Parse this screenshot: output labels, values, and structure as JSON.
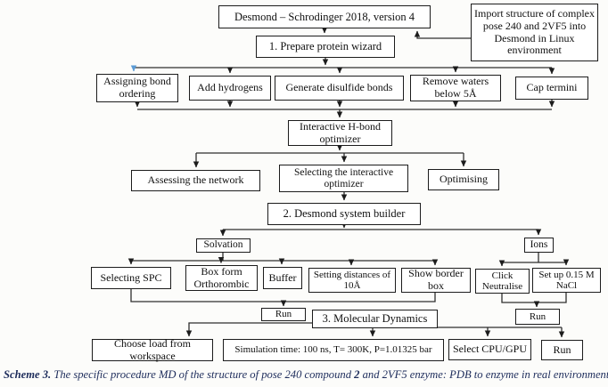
{
  "diagram": {
    "nodes": {
      "title": "Desmond – Schrodinger 2018, version 4",
      "import_note": "Import structure of complex pose 240 and 2VF5 into Desmond in Linux environment",
      "prepare_wizard": "1. Prepare protein wizard",
      "assign_bond": "Assigning bond ordering",
      "add_hydrogens": "Add hydrogens",
      "disulfide": "Generate disulfide bonds",
      "remove_waters": "Remove waters below 5Å",
      "cap_termini": "Cap termini",
      "hbond": "Interactive H-bond optimizer",
      "assess_network": "Assessing the network",
      "select_optimizer": "Selecting the interactive optimizer",
      "optimising": "Optimising",
      "system_builder": "2. Desmond system builder",
      "solvation": "Solvation",
      "ions": "Ions",
      "select_spc": "Selecting SPC",
      "box_form": "Box form Orthorombic",
      "buffer": "Buffer",
      "setting_distances": "Setting distances of 10Å",
      "show_border": "Show border box",
      "click_neutralise": "Click Neutralise",
      "setup_nacl": "Set up 0.15 M NaCl",
      "run_solvation": "Run",
      "molecular_dynamics": "3. Molecular Dynamics",
      "run_ions": "Run",
      "choose_load": "Choose load from workspace",
      "simulation_params": "Simulation time: 100 ns, T= 300K, P=1.01325 bar",
      "select_cpu_gpu": "Select CPU/GPU",
      "run_md": "Run"
    },
    "edges": [
      [
        "import_note",
        "title"
      ],
      [
        "title",
        "prepare_wizard"
      ],
      [
        "prepare_wizard",
        "assign_bond"
      ],
      [
        "prepare_wizard",
        "add_hydrogens"
      ],
      [
        "prepare_wizard",
        "disulfide"
      ],
      [
        "prepare_wizard",
        "remove_waters"
      ],
      [
        "prepare_wizard",
        "cap_termini"
      ],
      [
        "assign_bond",
        "hbond"
      ],
      [
        "add_hydrogens",
        "hbond"
      ],
      [
        "disulfide",
        "hbond"
      ],
      [
        "remove_waters",
        "hbond"
      ],
      [
        "cap_termini",
        "hbond"
      ],
      [
        "hbond",
        "assess_network"
      ],
      [
        "hbond",
        "select_optimizer"
      ],
      [
        "hbond",
        "optimising"
      ],
      [
        "select_optimizer",
        "system_builder"
      ],
      [
        "system_builder",
        "solvation"
      ],
      [
        "system_builder",
        "ions"
      ],
      [
        "solvation",
        "select_spc"
      ],
      [
        "solvation",
        "box_form"
      ],
      [
        "solvation",
        "buffer"
      ],
      [
        "solvation",
        "setting_distances"
      ],
      [
        "solvation",
        "show_border"
      ],
      [
        "ions",
        "click_neutralise"
      ],
      [
        "ions",
        "setup_nacl"
      ],
      [
        "select_spc",
        "run_solvation"
      ],
      [
        "show_border",
        "run_solvation"
      ],
      [
        "click_neutralise",
        "run_ions"
      ],
      [
        "setup_nacl",
        "run_ions"
      ],
      [
        "molecular_dynamics",
        "choose_load"
      ],
      [
        "molecular_dynamics",
        "simulation_params"
      ],
      [
        "molecular_dynamics",
        "select_cpu_gpu"
      ],
      [
        "molecular_dynamics",
        "run_md"
      ]
    ],
    "colors": {
      "box_border": "#1c1c1c",
      "box_fill": "#ffffff",
      "line": "#2e2e2e",
      "highlight_arrow": "#5b9bd5",
      "caption_text": "#1d2c5b"
    }
  },
  "caption": {
    "label": "Scheme 3.",
    "text_before": " The specific procedure MD of the structure of pose 240 compound ",
    "compound_number": "2",
    "text_after": " and 2VF5 enzyme: PDB to enzyme in real environment"
  }
}
